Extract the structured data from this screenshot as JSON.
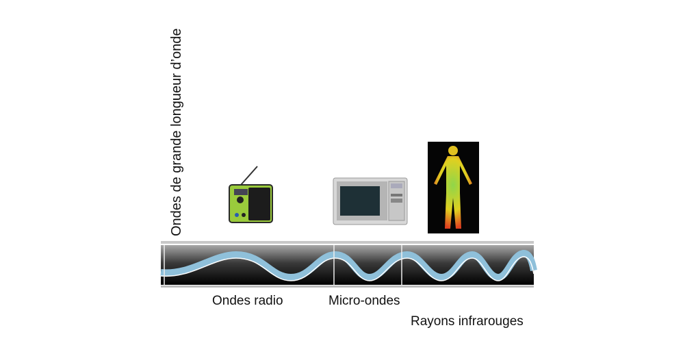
{
  "axis_label": "Ondes de grande longueur d’onde",
  "bands": [
    {
      "label": "Ondes radio",
      "icon": "radio-icon"
    },
    {
      "label": "Micro-ondes",
      "icon": "microwave-icon"
    },
    {
      "label": "Rayons infrarouges",
      "icon": "thermal-body-icon"
    }
  ],
  "colors": {
    "wave": "#8fc0da",
    "band_dark": "#050505",
    "band_light": "#9a9a9a"
  }
}
